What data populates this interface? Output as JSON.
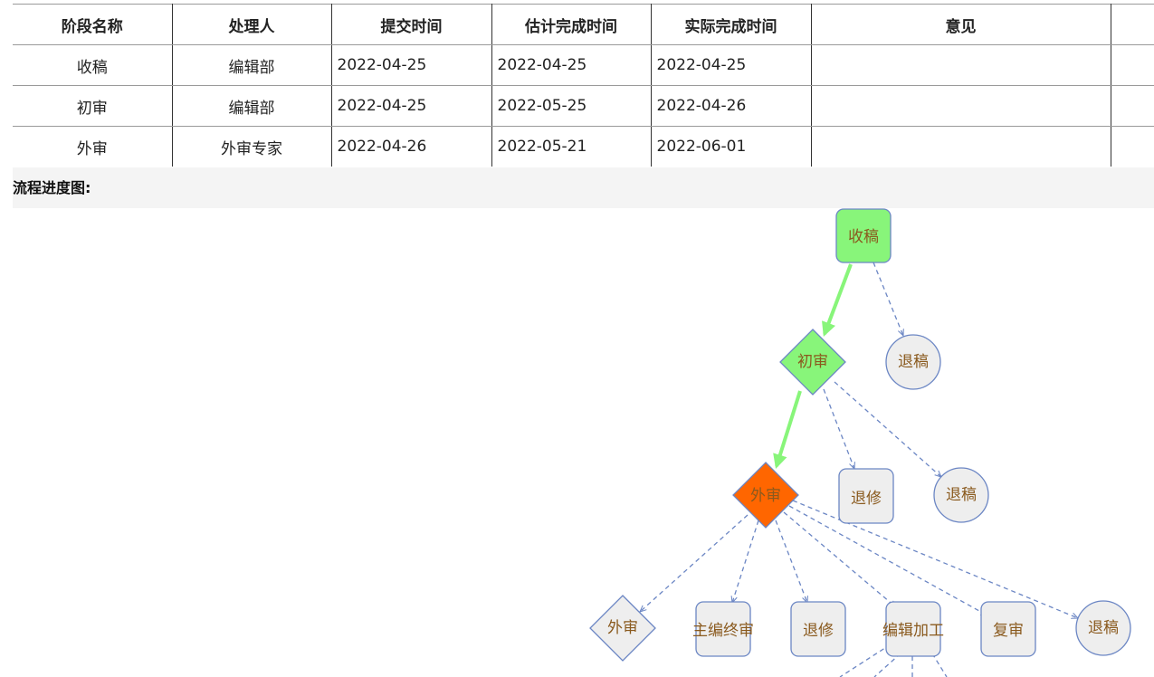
{
  "table": {
    "headers": [
      "阶段名称",
      "处理人",
      "提交时间",
      "估计完成时间",
      "实际完成时间",
      "意见"
    ],
    "rows": [
      [
        "收稿",
        "编辑部",
        "2022-04-25",
        "2022-04-25",
        "2022-04-25",
        ""
      ],
      [
        "初审",
        "编辑部",
        "2022-04-25",
        "2022-05-25",
        "2022-04-26",
        ""
      ],
      [
        "外审",
        "外审专家",
        "2022-04-26",
        "2022-05-21",
        "2022-06-01",
        ""
      ]
    ]
  },
  "section": {
    "title": "流程进度图:"
  },
  "flow": {
    "colors": {
      "done": "#88f57a",
      "current": "#ff6600",
      "pending": "#eeeeee",
      "stroke": "#6b86c4",
      "label": "#8a5a1e",
      "done_edge": "#88f57a"
    },
    "nodes": {
      "shougao": "收稿",
      "tuigao_1": "退稿",
      "chushen": "初审",
      "tuixiu_1": "退修",
      "tuigao_2": "退稿",
      "waishen": "外审",
      "waishen_2": "外审",
      "zhubian": "主编终审",
      "tuixiu_2": "退修",
      "bianji": "编辑加工",
      "fushen": "复审",
      "tuigao_3": "退稿"
    }
  }
}
